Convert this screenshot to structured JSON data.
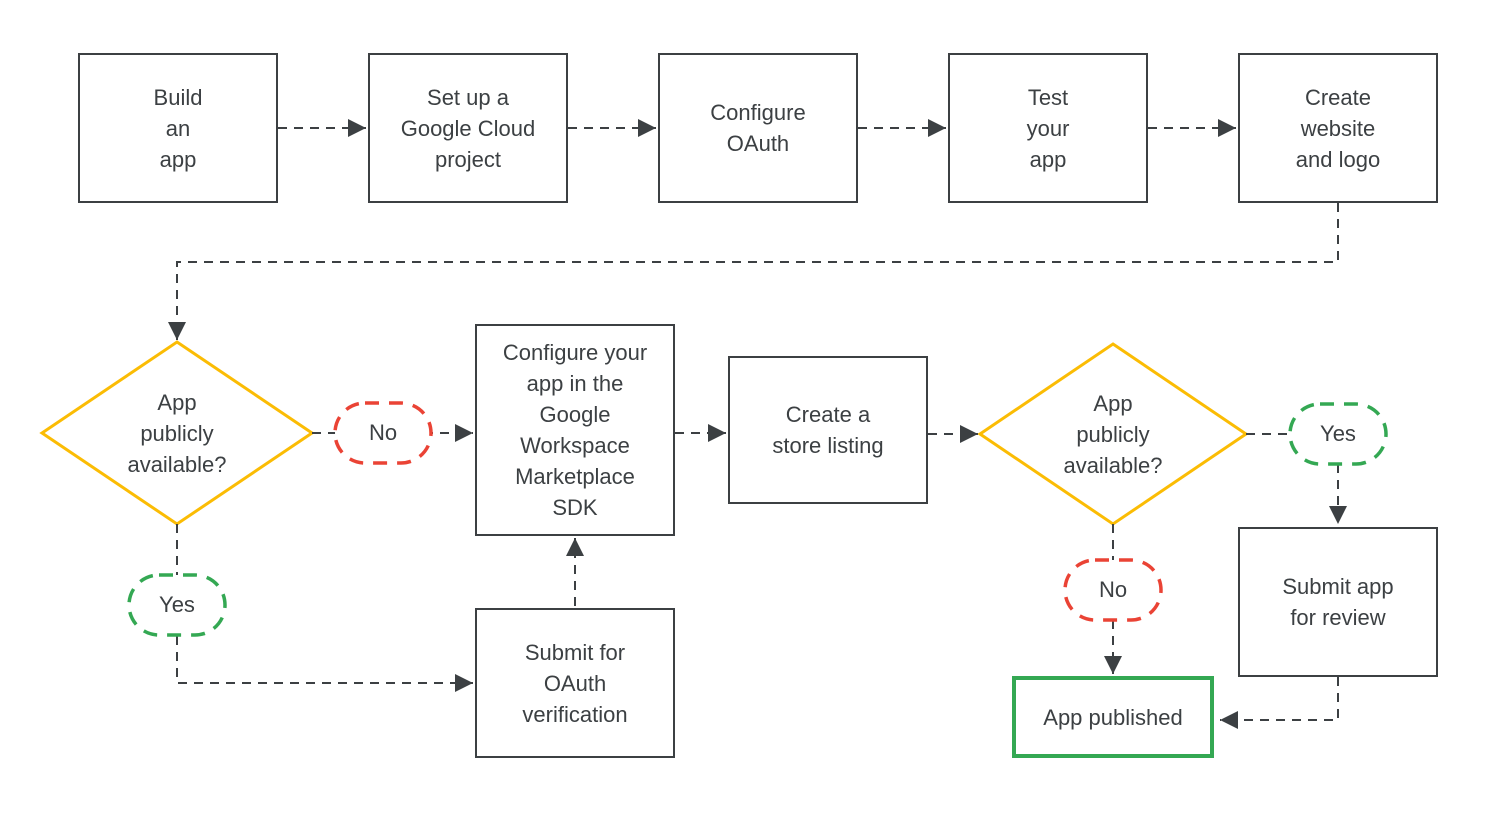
{
  "colors": {
    "outline": "#3c4043",
    "text": "#3c4043",
    "decision": "#fbbc04",
    "no": "#ea4335",
    "yes": "#34a853",
    "terminal": "#34a853",
    "bg": "#ffffff"
  },
  "nodes": {
    "build_app": {
      "shape": "rect",
      "label": "Build\nan\napp"
    },
    "setup_project": {
      "shape": "rect",
      "label": "Set up a\nGoogle Cloud\nproject"
    },
    "configure_oauth": {
      "shape": "rect",
      "label": "Configure\nOAuth"
    },
    "test_app": {
      "shape": "rect",
      "label": "Test\nyour\napp"
    },
    "create_website": {
      "shape": "rect",
      "label": "Create\nwebsite\nand logo"
    },
    "decision_public_1": {
      "shape": "diamond",
      "label": "App\npublicly\navailable?"
    },
    "no_1": {
      "shape": "pill",
      "label": "No"
    },
    "yes_1": {
      "shape": "pill",
      "label": "Yes"
    },
    "configure_sdk": {
      "shape": "rect",
      "label": "Configure your\napp in the\nGoogle\nWorkspace\nMarketplace\nSDK"
    },
    "submit_oauth": {
      "shape": "rect",
      "label": "Submit for\nOAuth\nverification"
    },
    "store_listing": {
      "shape": "rect",
      "label": "Create a\nstore listing"
    },
    "decision_public_2": {
      "shape": "diamond",
      "label": "App\npublicly\navailable?"
    },
    "yes_2": {
      "shape": "pill",
      "label": "Yes"
    },
    "no_2": {
      "shape": "pill",
      "label": "No"
    },
    "submit_review": {
      "shape": "rect",
      "label": "Submit app\nfor review"
    },
    "app_published": {
      "shape": "terminal",
      "label": "App published"
    }
  },
  "edges": [
    {
      "from": "Build an app",
      "to": "Set up a Google Cloud project"
    },
    {
      "from": "Set up a Google Cloud project",
      "to": "Configure OAuth"
    },
    {
      "from": "Configure OAuth",
      "to": "Test your app"
    },
    {
      "from": "Test your app",
      "to": "Create website and logo"
    },
    {
      "from": "Create website and logo",
      "to": "App publicly available? (first)"
    },
    {
      "from": "App publicly available? (first)",
      "label": "No",
      "to": "Configure your app in the Google Workspace Marketplace SDK"
    },
    {
      "from": "App publicly available? (first)",
      "label": "Yes",
      "to": "Submit for OAuth verification"
    },
    {
      "from": "Submit for OAuth verification",
      "to": "Configure your app in the Google Workspace Marketplace SDK"
    },
    {
      "from": "Configure your app in the Google Workspace Marketplace SDK",
      "to": "Create a store listing"
    },
    {
      "from": "Create a store listing",
      "to": "App publicly available? (second)"
    },
    {
      "from": "App publicly available? (second)",
      "label": "Yes",
      "to": "Submit app for review"
    },
    {
      "from": "App publicly available? (second)",
      "label": "No",
      "to": "App published"
    },
    {
      "from": "Submit app for review",
      "to": "App published"
    }
  ]
}
